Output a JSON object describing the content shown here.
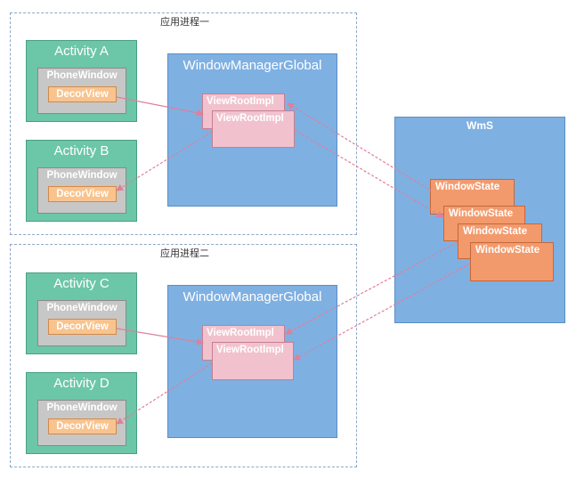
{
  "process1": {
    "label": "应用进程一"
  },
  "process2": {
    "label": "应用进程二"
  },
  "activities": [
    {
      "title": "Activity A",
      "phonewindow": "PhoneWindow",
      "decorview": "DecorView"
    },
    {
      "title": "Activity B",
      "phonewindow": "PhoneWindow",
      "decorview": "DecorView"
    },
    {
      "title": "Activity C",
      "phonewindow": "PhoneWindow",
      "decorview": "DecorView"
    },
    {
      "title": "Activity D",
      "phonewindow": "PhoneWindow",
      "decorview": "DecorView"
    }
  ],
  "wmg1": {
    "title": "WindowManagerGlobal",
    "vri_a": "ViewRootImpl",
    "vri_b": "ViewRootImpl"
  },
  "wmg2": {
    "title": "WindowManagerGlobal",
    "vri_a": "ViewRootImpl",
    "vri_b": "ViewRootImpl"
  },
  "wms": {
    "title": "WmS",
    "window_states": [
      "WindowState",
      "WindowState",
      "WindowState",
      "WindowState"
    ]
  },
  "colors": {
    "arrow": "#e07f97",
    "activity": "#6cc6a8",
    "wmg": "#7fb0e2",
    "viewroot": "#f1c2cd",
    "windowstate": "#f39a6d",
    "decorview": "#f9c38e"
  }
}
